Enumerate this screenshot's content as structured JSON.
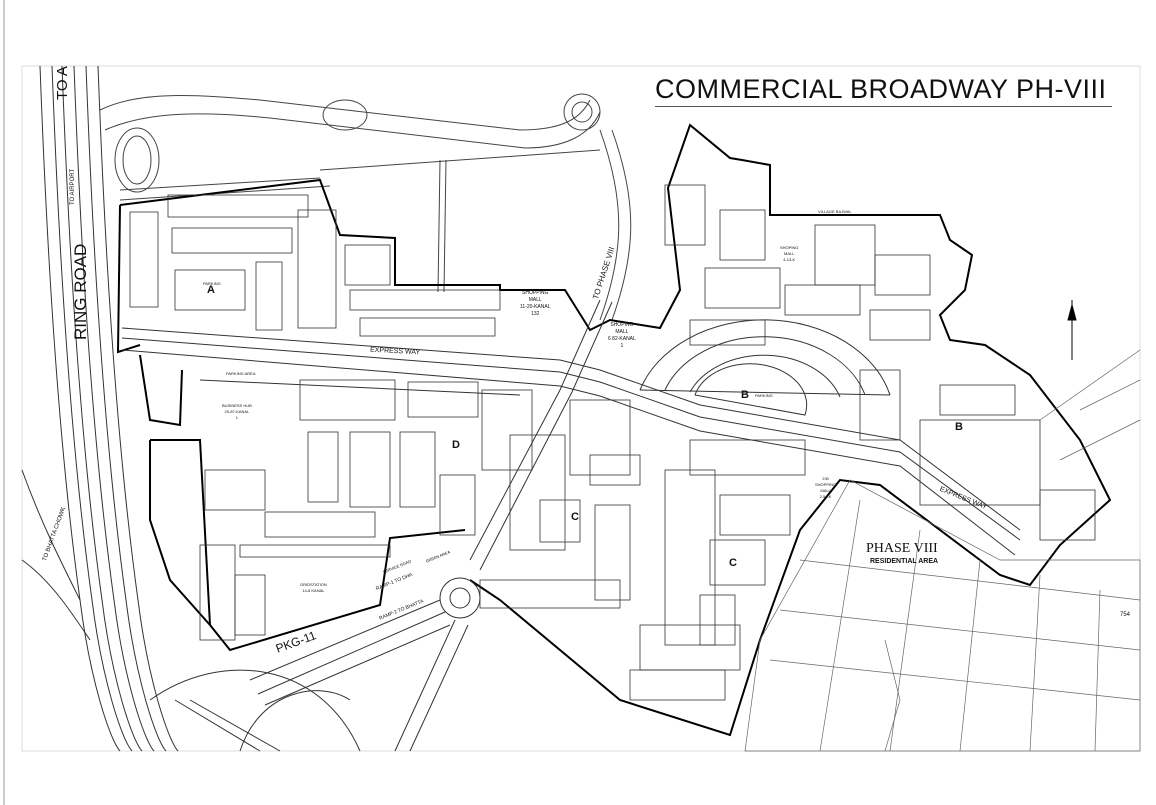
{
  "map": {
    "title": "COMMERCIAL BROADWAY  PH-VIII",
    "roads": {
      "ring_road": "RING ROAD",
      "to_airport_top": "TO A",
      "to_airport": "TO AIRPORT",
      "to_bhatta_chowk": "TO BHATTA CHOWK",
      "express_way_upper": "EXPRESS WAY",
      "express_way_lower": "EXPRESS WAY",
      "to_phase_viii": "TO PHASE VIII",
      "pkg_11": "PKG-11",
      "ramp_dha": "RAMP-1  TO DHA",
      "ramp_bhatta": "RAMP-2  TO BHATTA",
      "service_road": "SERVICE ROAD",
      "green_area": "GREEN AREA",
      "village_bajwal": "VILLAGE BAJWAL"
    },
    "zones": {
      "a": "A",
      "b_center": "B",
      "b_right": "B",
      "c_left": "C",
      "c_right": "C",
      "d": "D"
    },
    "labels": {
      "shopping_mall_1": [
        "SHOPPING",
        "MALL",
        "11-20-KANAL",
        "132"
      ],
      "shopping_mall_2": [
        "SHOPING",
        "MALL",
        "6 82-KANAL",
        "1"
      ],
      "business_hub": [
        "BUSINESS HUB",
        "25-87-KANAL",
        "1"
      ],
      "parking": "PARKING",
      "parking_area": "PARKING AREA",
      "grid_station": [
        "GRIDSTATION",
        "14-8 KANAL"
      ],
      "shopping_mall_3": [
        "SHOPING",
        "MALL",
        "4-13-K"
      ],
      "shopping_mall_4": [
        "230",
        "SHOPPING",
        "MALL",
        "2.54-K"
      ],
      "phase_viii": "PHASE VIII",
      "residential_area": "RESIDENTIAL AREA",
      "plot_754": "754"
    },
    "colors": {
      "line": "#222222",
      "boundary": "#000000",
      "background": "#ffffff"
    }
  }
}
